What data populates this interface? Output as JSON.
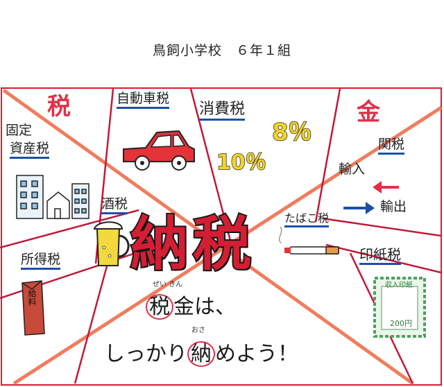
{
  "caption": "鳥飼小学校　６年１組",
  "poster": {
    "corner_tax": "税",
    "corner_money": "金",
    "car_tax": "自動車税",
    "consumption_tax": "消費税",
    "rate_8": "8％",
    "rate_10": "10％",
    "fixed_property_tax_line1": "固定",
    "fixed_property_tax_line2": "資産税",
    "liquor_tax": "酒税",
    "customs_tax": "関税",
    "import_label": "輸入",
    "export_label": "輸出",
    "tobacco_tax": "たばこ税",
    "stamp_tax": "印紙税",
    "income_tax": "所得税",
    "center_title": "納税",
    "salary_envelope": "給料",
    "stamp_header": "収入印紙",
    "stamp_value": "200円",
    "message_line1_a": "税",
    "message_line1_b": "金",
    "message_line1_c": "は、",
    "message_line2_a": "しっかり",
    "message_line2_b": "納",
    "message_line2_c": "めよう！",
    "ruby_zeikin": "ぜい きん",
    "ruby_osa": "おさ"
  },
  "colors": {
    "border_red": "#d41e34",
    "divider_orange": "#ef7d5e",
    "underline_blue": "#1d4fa8",
    "arrow_red": "#e0314a",
    "arrow_blue": "#1d4fa8"
  }
}
